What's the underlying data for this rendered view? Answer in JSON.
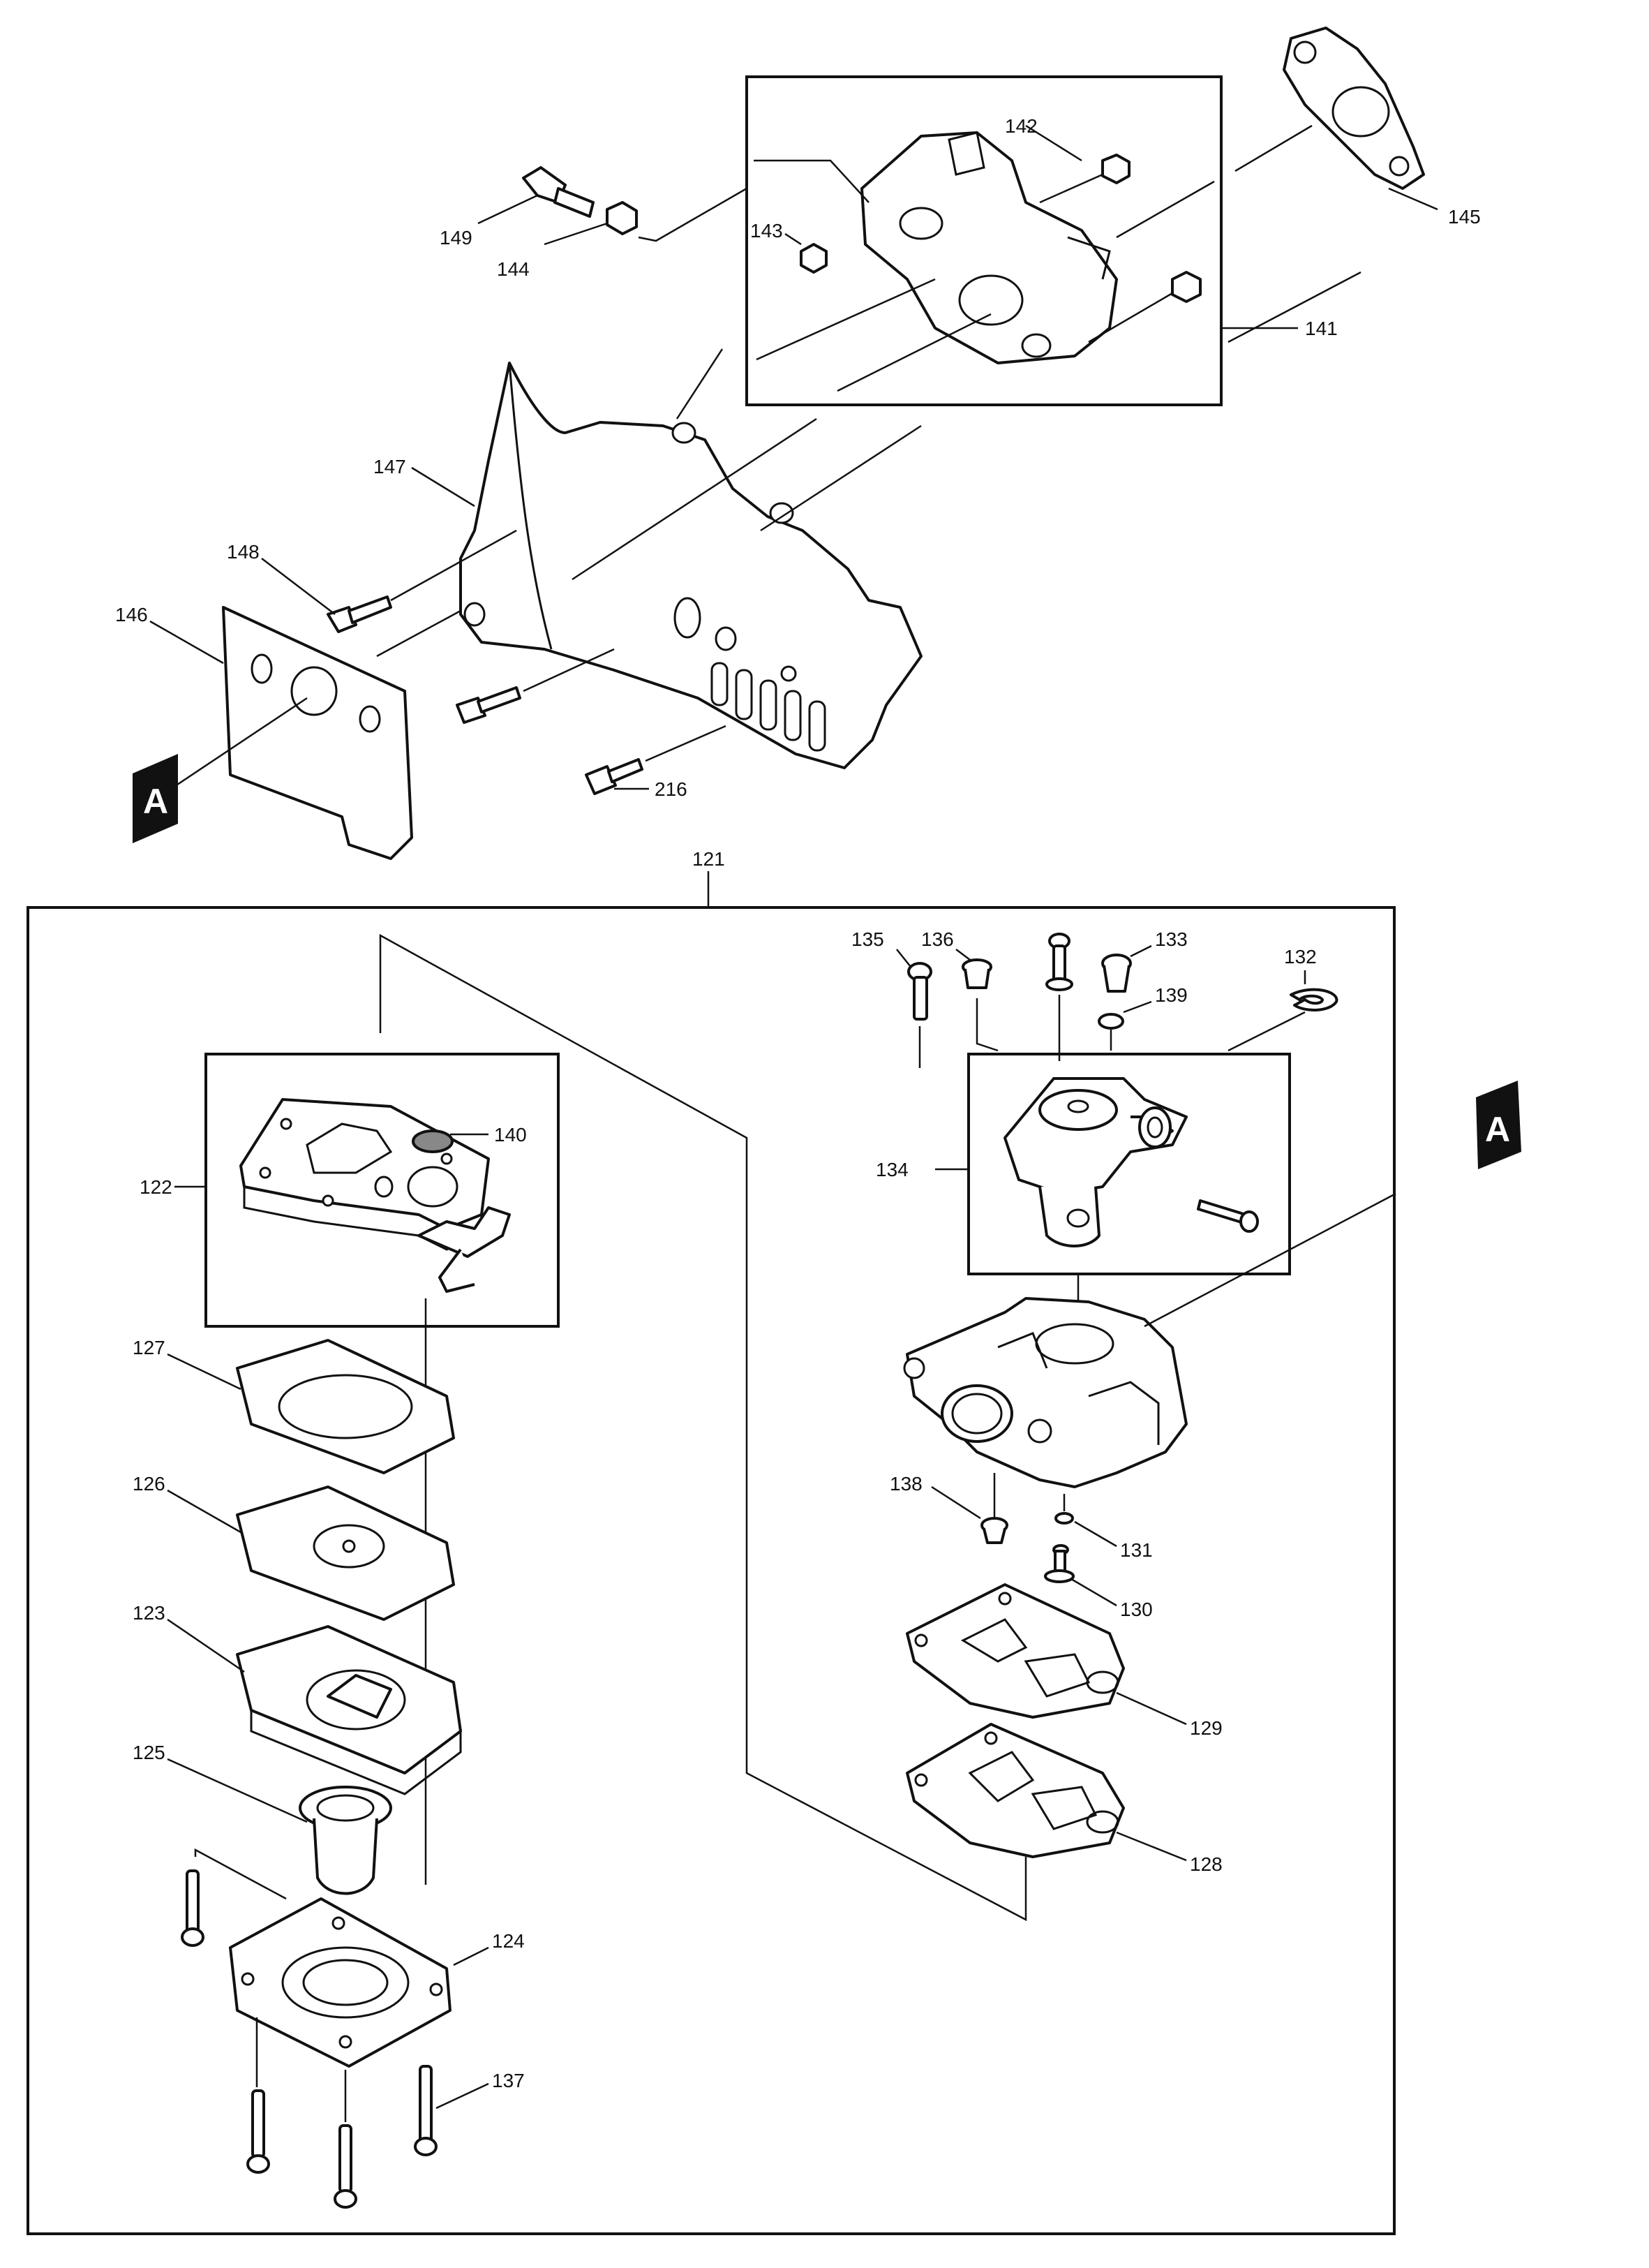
{
  "parts": {
    "p121": "121",
    "p122": "122",
    "p123": "123",
    "p124": "124",
    "p125": "125",
    "p126": "126",
    "p127": "127",
    "p128": "128",
    "p129": "129",
    "p130": "130",
    "p131": "131",
    "p132": "132",
    "p133": "133",
    "p134": "134",
    "p135": "135",
    "p136": "136",
    "p137": "137",
    "p138": "138",
    "p139": "139",
    "p140": "140",
    "p141": "141",
    "p142": "142",
    "p143": "143",
    "p144": "144",
    "p145": "145",
    "p146": "146",
    "p147": "147",
    "p148": "148",
    "p149": "149",
    "p216": "216"
  },
  "markers": {
    "a_left": "A",
    "a_right": "A"
  }
}
